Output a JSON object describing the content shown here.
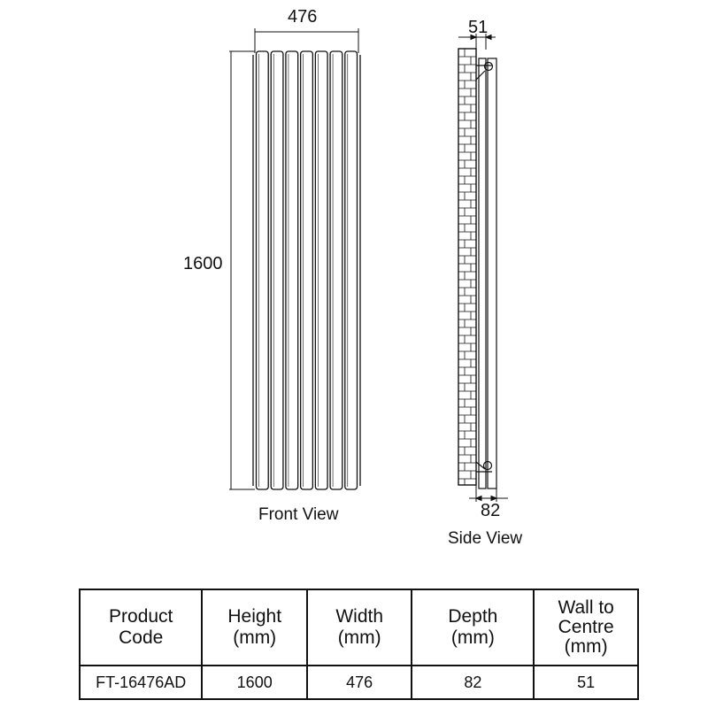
{
  "front_view": {
    "caption": "Front View",
    "width_dimension": "476",
    "height_dimension": "1600",
    "column_count": 7
  },
  "side_view": {
    "caption": "Side View",
    "wall_to_centre_dimension": "51",
    "depth_dimension": "82"
  },
  "spec_table": {
    "headers": [
      [
        "Product",
        "Code"
      ],
      [
        "Height",
        "(mm)"
      ],
      [
        "Width",
        "(mm)"
      ],
      [
        "Depth",
        "(mm)"
      ],
      [
        "Wall to",
        "Centre",
        "(mm)"
      ]
    ],
    "rows": [
      [
        "FT-16476AD",
        "1600",
        "476",
        "82",
        "51"
      ]
    ]
  }
}
